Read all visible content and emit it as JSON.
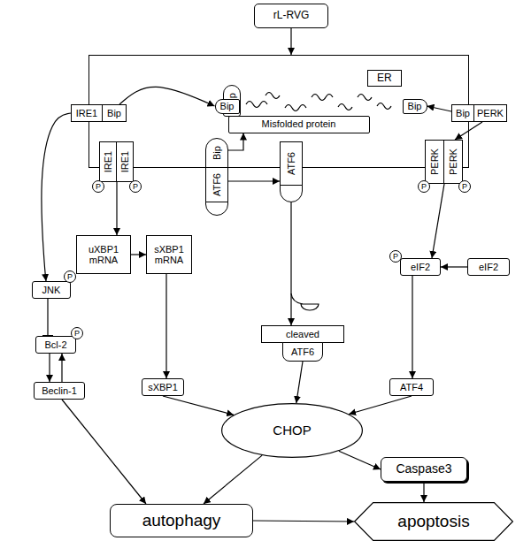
{
  "diagram": {
    "nodes": [
      {
        "text": [
          "rL-RVG"
        ]
      },
      {
        "text": [
          "ER"
        ]
      },
      {
        "text": [
          "Bip"
        ],
        "in": 1
      },
      {
        "text": [
          "Bip"
        ],
        "in": 1
      },
      {
        "text": [
          "Misfolded protein"
        ],
        "in": 1
      },
      {
        "text": [
          "Bip"
        ],
        "in": 1
      },
      {
        "text": [
          "IRE1",
          "Bip"
        ]
      },
      {
        "text": [
          "Bip",
          "PERK"
        ]
      },
      {
        "text": [
          "IRE1",
          "IRE1"
        ]
      },
      {
        "text": [
          "Bip",
          "ATF6"
        ]
      },
      {
        "text": [
          "ATF6"
        ]
      },
      {
        "text": [
          "PERK",
          "PERK"
        ]
      },
      {
        "text": [
          "uXBP1 mRNA"
        ]
      },
      {
        "text": [
          "sXBP1 mRNA"
        ]
      },
      {
        "text": [
          "JNK"
        ]
      },
      {
        "text": [
          "eIF2"
        ]
      },
      {
        "text": [
          "eIF2"
        ]
      },
      {
        "text": [
          "Bcl-2"
        ]
      },
      {
        "text": [
          "Beclin-1"
        ]
      },
      {
        "text": [
          "sXBP1"
        ]
      },
      {
        "text": [
          "cleaved",
          "ATF6"
        ]
      },
      {
        "text": [
          "ATF4"
        ]
      },
      {
        "text": [
          "CHOP"
        ]
      },
      {
        "text": [
          "Caspase3"
        ]
      },
      {
        "text": [
          "autophagy"
        ]
      },
      {
        "text": [
          "apoptosis"
        ]
      }
    ],
    "edges": [
      {
        "from": 0,
        "to": 1,
        "arrow": "to"
      },
      {
        "from": 6,
        "to": 3,
        "arrow": "to"
      },
      {
        "from": 7,
        "to": 5,
        "arrow": "to"
      },
      {
        "from": 9,
        "to": 4,
        "arrow": "to"
      },
      {
        "from": 6,
        "to": 14,
        "arrow": "to"
      },
      {
        "from": 8,
        "to": 12,
        "arrow": "to"
      },
      {
        "from": 12,
        "to": 13,
        "arrow": "to"
      },
      {
        "from": 13,
        "to": 19,
        "arrow": "to"
      },
      {
        "from": 9,
        "to": 10,
        "arrow": "to"
      },
      {
        "from": 10,
        "to": 20,
        "arrow": "to"
      },
      {
        "from": 7,
        "to": 11,
        "arrow": "to"
      },
      {
        "from": 11,
        "to": 15,
        "arrow": "to"
      },
      {
        "from": 16,
        "to": 15,
        "arrow": "to"
      },
      {
        "from": 15,
        "to": 21,
        "arrow": "to"
      },
      {
        "from": 14,
        "to": 17,
        "arrow": "to"
      },
      {
        "from": 17,
        "to": 18,
        "arrow": "to"
      },
      {
        "from": 18,
        "to": 17,
        "arrow": "to"
      },
      {
        "from": 18,
        "to": 24,
        "arrow": "to"
      },
      {
        "from": 19,
        "to": 22,
        "arrow": "to"
      },
      {
        "from": 20,
        "to": 22,
        "arrow": "to"
      },
      {
        "from": 21,
        "to": 22,
        "arrow": "to"
      },
      {
        "from": 22,
        "to": 24,
        "arrow": "to"
      },
      {
        "from": 22,
        "to": 23,
        "arrow": "to"
      },
      {
        "from": 23,
        "to": 25,
        "arrow": "to"
      },
      {
        "from": 24,
        "to": 25,
        "arrow": "to"
      }
    ],
    "labels": [
      "P",
      "P",
      "P",
      "P",
      "P",
      "P",
      "P"
    ]
  }
}
